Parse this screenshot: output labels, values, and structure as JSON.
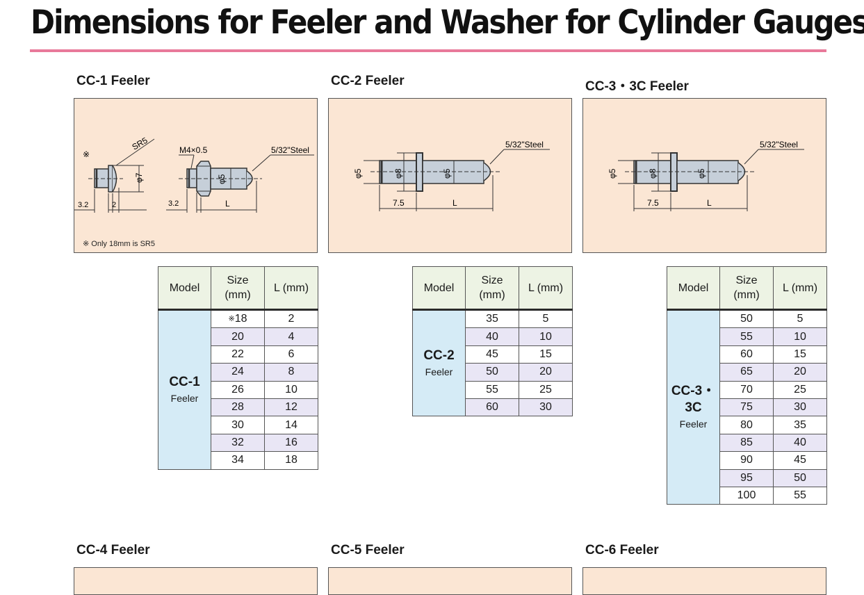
{
  "title": "Dimensions for Feeler and Washer for Cylinder Gauges",
  "colors": {
    "title_rule": "#e8799a",
    "panel_bg": "#fbe6d4",
    "table_header_bg": "#edf3e4",
    "model_cell_bg": "#d5ebf6",
    "alt_row_bg": "#e9e6f5"
  },
  "sections": [
    {
      "heading": "CC-1 Feeler",
      "drawing": {
        "note": "※ Only 18mm is SR5",
        "labels": {
          "mark": "※",
          "sr": "SR5",
          "dia7": "φ7",
          "thread": "M4×0.5",
          "steel": "5/32\"Steel",
          "dia5": "φ5",
          "dim_a": "3.2",
          "dim_b": "2",
          "dim_c": "3.2",
          "dim_l": "L"
        }
      },
      "table": {
        "headers": {
          "model": "Model",
          "size_line1": "Size",
          "size_line2": "(mm)",
          "length": "L (mm)"
        },
        "model_name": "CC-1",
        "model_sub": "Feeler",
        "rows": [
          {
            "mark": "※",
            "size": "18",
            "length": "2"
          },
          {
            "mark": "",
            "size": "20",
            "length": "4"
          },
          {
            "mark": "",
            "size": "22",
            "length": "6"
          },
          {
            "mark": "",
            "size": "24",
            "length": "8"
          },
          {
            "mark": "",
            "size": "26",
            "length": "10"
          },
          {
            "mark": "",
            "size": "28",
            "length": "12"
          },
          {
            "mark": "",
            "size": "30",
            "length": "14"
          },
          {
            "mark": "",
            "size": "32",
            "length": "16"
          },
          {
            "mark": "",
            "size": "34",
            "length": "18"
          }
        ]
      }
    },
    {
      "heading": "CC-2 Feeler",
      "drawing": {
        "labels": {
          "steel": "5/32\"Steel",
          "dia5a": "φ5",
          "dia8": "φ8",
          "dia5b": "φ5",
          "dim_a": "7.5",
          "dim_l": "L"
        }
      },
      "table": {
        "headers": {
          "model": "Model",
          "size_line1": "Size",
          "size_line2": "(mm)",
          "length": "L (mm)"
        },
        "model_name": "CC-2",
        "model_sub": "Feeler",
        "rows": [
          {
            "mark": "",
            "size": "35",
            "length": "5"
          },
          {
            "mark": "",
            "size": "40",
            "length": "10"
          },
          {
            "mark": "",
            "size": "45",
            "length": "15"
          },
          {
            "mark": "",
            "size": "50",
            "length": "20"
          },
          {
            "mark": "",
            "size": "55",
            "length": "25"
          },
          {
            "mark": "",
            "size": "60",
            "length": "30"
          }
        ]
      }
    },
    {
      "heading": "CC-3・3C Feeler",
      "drawing": {
        "labels": {
          "steel": "5/32\"Steel",
          "dia5a": "φ5",
          "dia8": "φ8",
          "dia5b": "φ5",
          "dim_a": "7.5",
          "dim_l": "L"
        }
      },
      "table": {
        "headers": {
          "model": "Model",
          "size_line1": "Size",
          "size_line2": "(mm)",
          "length": "L (mm)"
        },
        "model_name": "CC-3・3C",
        "model_sub": "Feeler",
        "rows": [
          {
            "mark": "",
            "size": "50",
            "length": "5"
          },
          {
            "mark": "",
            "size": "55",
            "length": "10"
          },
          {
            "mark": "",
            "size": "60",
            "length": "15"
          },
          {
            "mark": "",
            "size": "65",
            "length": "20"
          },
          {
            "mark": "",
            "size": "70",
            "length": "25"
          },
          {
            "mark": "",
            "size": "75",
            "length": "30"
          },
          {
            "mark": "",
            "size": "80",
            "length": "35"
          },
          {
            "mark": "",
            "size": "85",
            "length": "40"
          },
          {
            "mark": "",
            "size": "90",
            "length": "45"
          },
          {
            "mark": "",
            "size": "95",
            "length": "50"
          },
          {
            "mark": "",
            "size": "100",
            "length": "55"
          }
        ]
      }
    },
    {
      "heading": "CC-4 Feeler"
    },
    {
      "heading": "CC-5 Feeler"
    },
    {
      "heading": "CC-6 Feeler"
    }
  ]
}
